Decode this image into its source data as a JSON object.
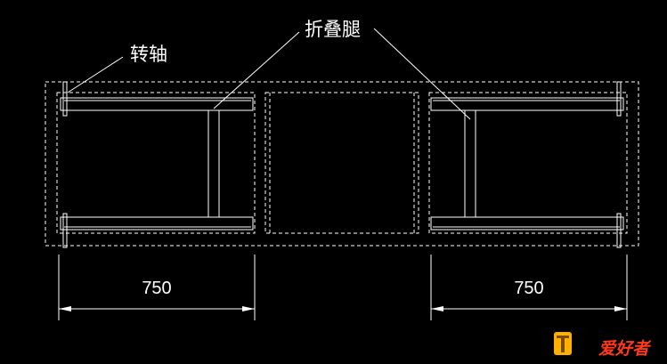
{
  "labels": {
    "pivot_axis": "转轴",
    "folding_leg": "折叠腿"
  },
  "dimensions": {
    "left_width": "750",
    "right_width": "750"
  },
  "watermark": {
    "text": "爱好者"
  },
  "colors": {
    "background": "#000000",
    "lines": "#ffffff",
    "watermark_red": "#ff3a1a",
    "watermark_yellow": "#ffb000"
  }
}
